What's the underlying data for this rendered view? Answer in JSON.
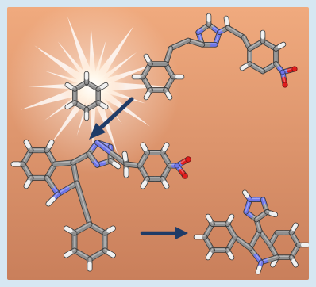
{
  "figure": {
    "colors": {
      "frame": "#d6e7f2",
      "background_start": "#f0aa7e",
      "background_end": "#c97f5b",
      "burst": "#ffffff",
      "arrow": "#1f3b67",
      "carbon": "#8f8f8f",
      "hydrogen": "#eeeeee",
      "nitrogen": "#6f76e8",
      "oxygen": "#e01c1c"
    },
    "structures": [
      {
        "name": "precursor-molecule",
        "description_icon": "ball-and-stick-molecule-icon"
      },
      {
        "name": "benzene-molecule",
        "description_icon": "ball-and-stick-molecule-icon"
      },
      {
        "name": "indole-product-molecule",
        "description_icon": "ball-and-stick-molecule-icon"
      },
      {
        "name": "final-product-molecule",
        "description_icon": "ball-and-stick-molecule-icon"
      }
    ],
    "arrows": [
      {
        "name": "reaction-arrow-diagonal",
        "icon": "arrow-down-left-icon"
      },
      {
        "name": "reaction-arrow-horizontal",
        "icon": "arrow-right-icon"
      }
    ],
    "effect": {
      "name": "light-burst",
      "icon": "starburst-icon"
    }
  }
}
